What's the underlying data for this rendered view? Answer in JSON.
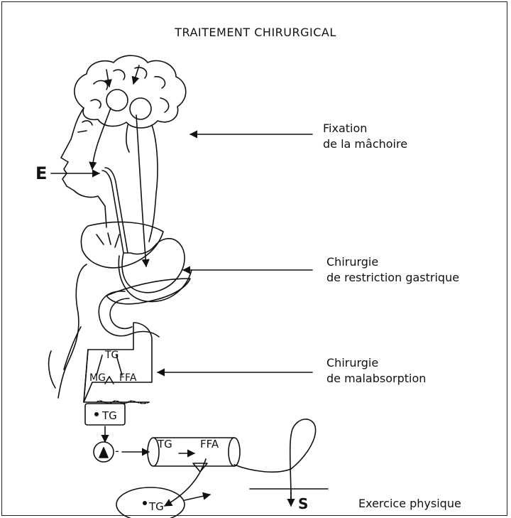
{
  "title": "TRAITEMENT CHIRURGICAL",
  "labels": {
    "fixation_line1": "Fixation",
    "fixation_line2": "de la  mâchoire",
    "restriction_line1": "Chirurgie",
    "restriction_line2": "de restriction gastrique",
    "malabsorption_line1": "Chirurgie",
    "malabsorption_line2": "de malabsorption",
    "exercise": "Exercice physique"
  },
  "diagram": {
    "entry_label": "E",
    "exit_label": "S",
    "tg": "TG",
    "mg": "MG",
    "ffa": "FFA",
    "tg_chylomicron": "TG",
    "tg_vessel": "TG",
    "ffa_vessel": "FFA",
    "tg_adipose": "TG",
    "minus": "-"
  }
}
